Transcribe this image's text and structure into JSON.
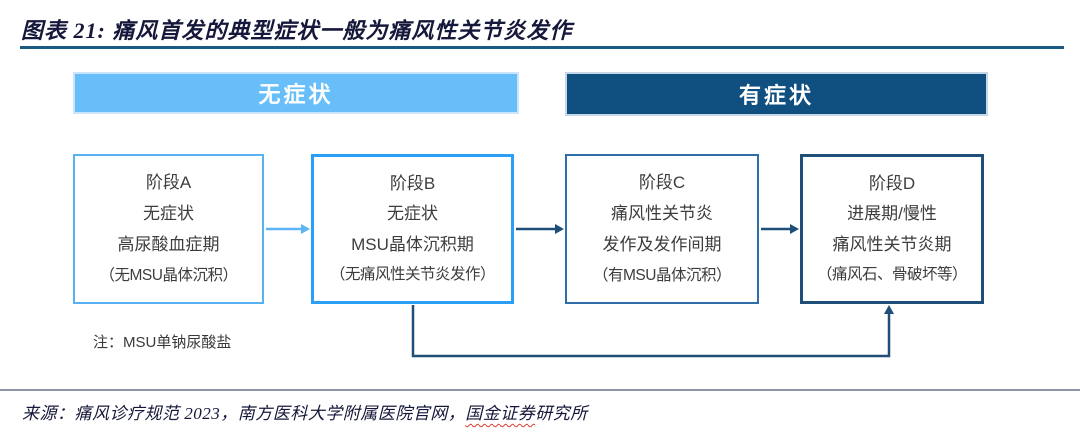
{
  "figure": {
    "title": "图表 21: 痛风首发的典型症状一般为痛风性关节炎发作",
    "note": "注：MSU单钠尿酸盐",
    "source_prefix": "来源：痛风诊疗规范 2023，南方医科大学附属医院官网，",
    "source_flagged": "国金证券",
    "source_suffix": "研究所"
  },
  "phase_bars": {
    "asymptomatic": "无症状",
    "symptomatic": "有症状"
  },
  "stages": [
    {
      "id": "A",
      "lines": [
        "阶段A",
        "无症状",
        "高尿酸血症期",
        "（无MSU晶体沉积）"
      ]
    },
    {
      "id": "B",
      "lines": [
        "阶段B",
        "无症状",
        "MSU晶体沉积期",
        "（无痛风性关节炎发作）"
      ]
    },
    {
      "id": "C",
      "lines": [
        "阶段C",
        "痛风性关节炎",
        "发作及发作间期",
        "（有MSU晶体沉积）"
      ]
    },
    {
      "id": "D",
      "lines": [
        "阶段D",
        "进展期/慢性",
        "痛风性关节炎期",
        "（痛风石、骨破坏等）"
      ]
    }
  ],
  "colors": {
    "bar_light_blue": "#68bef9",
    "bar_dark_blue": "#0f5080",
    "arrow_light": "#5fb5f3",
    "arrow_dark": "#1f4e79",
    "stage_a_border": "#57b1f3",
    "stage_b_border": "#2b9ff7",
    "stage_c_border": "#2e6da8",
    "stage_d_border": "#1f4e79",
    "title_rule": "#1c5a86",
    "spellcheck_red": "#e03c31"
  }
}
